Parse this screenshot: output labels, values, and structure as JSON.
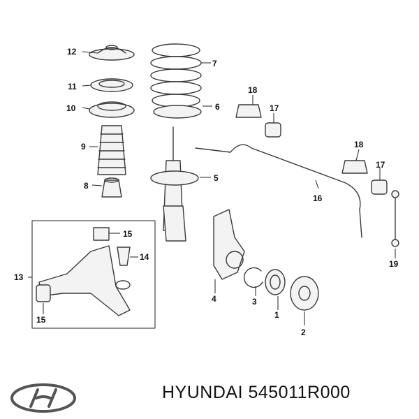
{
  "callouts": [
    {
      "id": "c1",
      "text": "1"
    },
    {
      "id": "c2",
      "text": "2"
    },
    {
      "id": "c3",
      "text": "3"
    },
    {
      "id": "c4",
      "text": "4"
    },
    {
      "id": "c5",
      "text": "5"
    },
    {
      "id": "c6",
      "text": "6"
    },
    {
      "id": "c7",
      "text": "7"
    },
    {
      "id": "c8",
      "text": "8"
    },
    {
      "id": "c9",
      "text": "9"
    },
    {
      "id": "c10",
      "text": "10"
    },
    {
      "id": "c11",
      "text": "11"
    },
    {
      "id": "c12",
      "text": "12"
    },
    {
      "id": "c13",
      "text": "13"
    },
    {
      "id": "c14",
      "text": "14"
    },
    {
      "id": "c15a",
      "text": "15"
    },
    {
      "id": "c15b",
      "text": "15"
    },
    {
      "id": "c16",
      "text": "16"
    },
    {
      "id": "c17a",
      "text": "17"
    },
    {
      "id": "c17b",
      "text": "17"
    },
    {
      "id": "c18a",
      "text": "18"
    },
    {
      "id": "c18b",
      "text": "18"
    },
    {
      "id": "c19",
      "text": "19"
    }
  ],
  "caption": {
    "brand": "HYUNDAI",
    "part_number": "545011R000"
  },
  "logo": {
    "icon": "hyundai-logo-icon",
    "color": "#555555"
  }
}
